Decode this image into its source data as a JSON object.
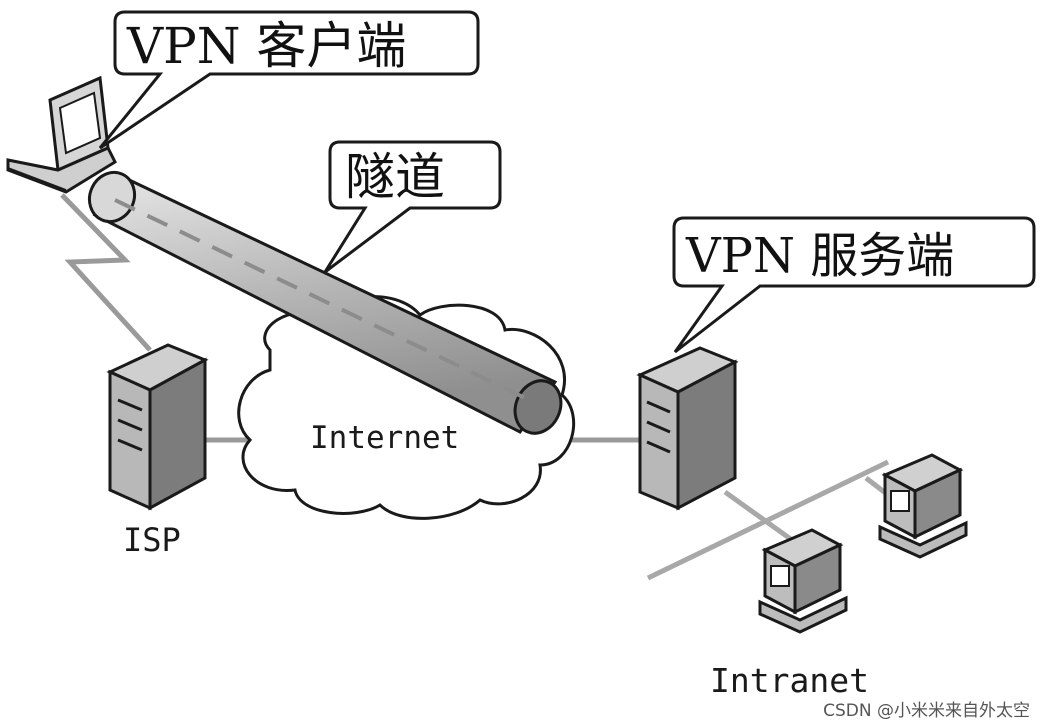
{
  "callouts": {
    "vpn_client": "VPN 客户端",
    "tunnel": "隧道",
    "vpn_server": "VPN 服务端"
  },
  "nodes": {
    "internet": "Internet",
    "isp": "ISP",
    "intranet": "Intranet"
  },
  "watermark": "CSDN @小米米来自外太空",
  "colors": {
    "line": "#1a1a1a",
    "server_fill": "#9a9a9a",
    "server_side": "#6e6e6e",
    "tunnel_fill": "#c4c4c4",
    "tunnel_end": "#7a7a7a",
    "network_line": "#a8a8a8"
  }
}
